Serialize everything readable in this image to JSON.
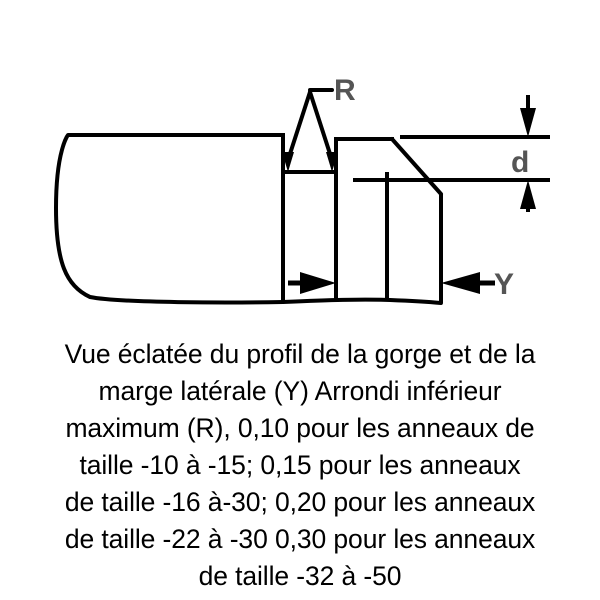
{
  "figure": {
    "name": "groove-and-side-margin-profile-exploded-view",
    "labels": {
      "radius": "R",
      "depth": "d",
      "side_margin": "Y"
    },
    "annotations": [
      {
        "id": "radius-leader",
        "label": "R",
        "meaning": "maximum bottom round radius leader"
      },
      {
        "id": "depth-dimension",
        "label": "d",
        "meaning": "groove depth dimension"
      },
      {
        "id": "side-margin-arrow",
        "label": "Y",
        "meaning": "side margin width"
      }
    ],
    "colors": {
      "outline": "#000000",
      "label": "#555555",
      "background": "#ffffff"
    }
  },
  "caption": {
    "lines": [
      "Vue éclatée du profil de la gorge et de la",
      "marge latérale (Y) Arrondi inférieur",
      "maximum (R), 0,10 pour les anneaux de",
      "taille -10 à -15; 0,15 pour les anneaux",
      "de taille -16 à-30; 0,20 pour les anneaux",
      "de taille -22 à -30 0,30 pour les anneaux",
      "de taille -32 à -50"
    ],
    "values": [
      {
        "radius": "0,10",
        "size_range": "-10 à -15"
      },
      {
        "radius": "0,15",
        "size_range": "-16 à-30"
      },
      {
        "radius": "0,20",
        "size_range": "-22 à -30"
      },
      {
        "radius": "0,30",
        "size_range": "-32 à -50"
      }
    ]
  }
}
